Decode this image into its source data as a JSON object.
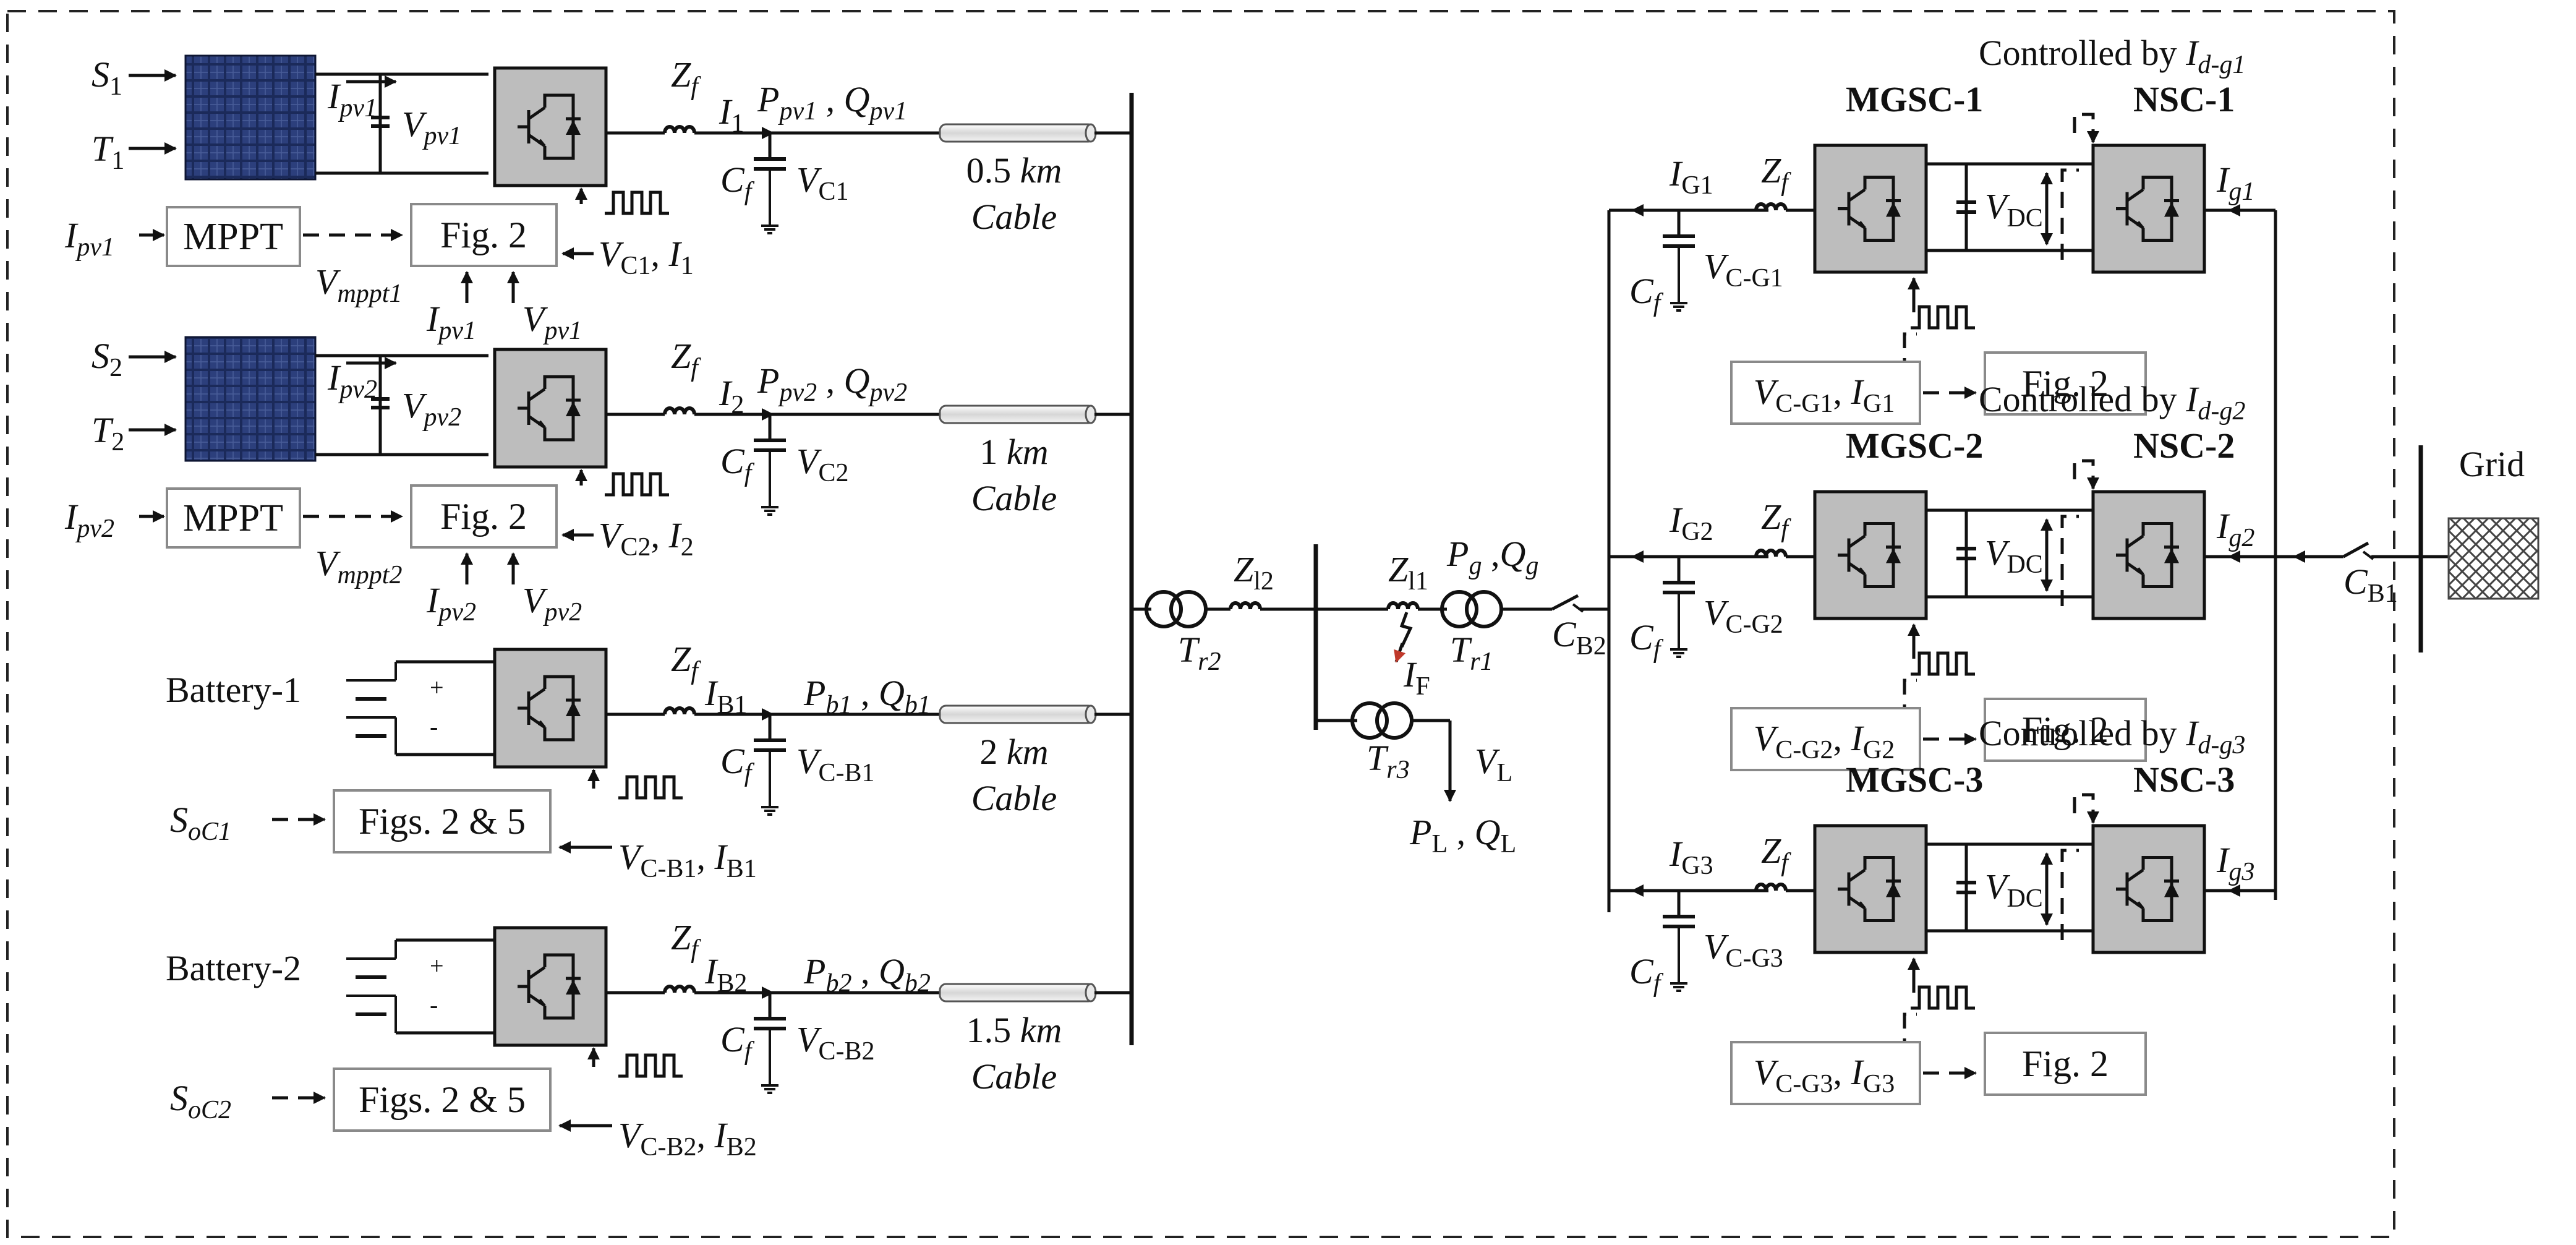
{
  "pv_units": [
    {
      "irradiance": "S1",
      "temperature": "T1",
      "ipv": "Ipv1",
      "vpv": "Vpv1",
      "current": "I1",
      "power": "Ppv1 , Qpv1",
      "vc": "VC1",
      "cable_length": "0.5 km",
      "cable_word": "Cable",
      "mppt_input": "Ipv1",
      "mppt": "MPPT",
      "ctrl": "Fig. 2",
      "vmppt": "Vmppt1",
      "feedback": "VC1, I1",
      "bottom_i": "Ipv1",
      "bottom_v": "Vpv1"
    },
    {
      "irradiance": "S2",
      "temperature": "T2",
      "ipv": "Ipv2",
      "vpv": "Vpv2",
      "current": "I2",
      "power": "Ppv2 , Qpv2",
      "vc": "VC2",
      "cable_length": "1 km",
      "cable_word": "Cable",
      "mppt_input": "Ipv2",
      "mppt": "MPPT",
      "ctrl": "Fig. 2",
      "vmppt": "Vmppt2",
      "feedback": "VC2, I2",
      "bottom_i": "Ipv2",
      "bottom_v": "Vpv2"
    }
  ],
  "battery_units": [
    {
      "name": "Battery-1",
      "soc": "SoC1",
      "current": "IB1",
      "power": "Pb1 , Qb1",
      "vc": "VC-B1",
      "cable_length": "2 km",
      "cable_word": "Cable",
      "ctrl": "Figs. 2 & 5",
      "feedback": "VC-B1, IB1"
    },
    {
      "name": "Battery-2",
      "soc": "SoC2",
      "current": "IB2",
      "power": "Pb2 , Qb2",
      "vc": "VC-B2",
      "cable_length": "1.5 km",
      "cable_word": "Cable",
      "ctrl": "Figs. 2 & 5",
      "feedback": "VC-B2, IB2"
    }
  ],
  "filter": {
    "zf": "Zf",
    "cf": "Cf",
    "battery_plus": "+",
    "battery_minus": "-"
  },
  "center": {
    "tr2": "Tr2",
    "zl2": "Zl2",
    "zl1": "Zl1",
    "pg_qg": "Pg ,Qg",
    "tr1": "Tr1",
    "cb2": "CB2",
    "fault": "IF",
    "tr3": "Tr3",
    "vl": "VL",
    "load": "PL , QL"
  },
  "generators": [
    {
      "mgsc": "MGSC-1",
      "nsc": "NSC-1",
      "controlled_by": "Controlled by Id-g1",
      "ig_left": "IG1",
      "ig_right": "Ig1",
      "vdc": "VDC",
      "vcg": "VC-G1",
      "ctrl": "Fig. 2",
      "feedback": "VC-G1, IG1"
    },
    {
      "mgsc": "MGSC-2",
      "nsc": "NSC-2",
      "controlled_by": "Controlled by Id-g2",
      "ig_left": "IG2",
      "ig_right": "Ig2",
      "vdc": "VDC",
      "vcg": "VC-G2",
      "ctrl": "Fig. 2",
      "feedback": "VC-G2, IG2"
    },
    {
      "mgsc": "MGSC-3",
      "nsc": "NSC-3",
      "controlled_by": "Controlled by Id-g3",
      "ig_left": "IG3",
      "ig_right": "Ig3",
      "vdc": "VDC",
      "vcg": "VC-G3",
      "ctrl": "Fig. 2",
      "feedback": "VC-G3, IG3"
    }
  ],
  "grid": {
    "label": "Grid",
    "cb1": "CB1"
  },
  "colors": {
    "converter_fill": "#bdbdbd",
    "fault": "#c0392b",
    "pv_panel": "#1b2a5a"
  }
}
